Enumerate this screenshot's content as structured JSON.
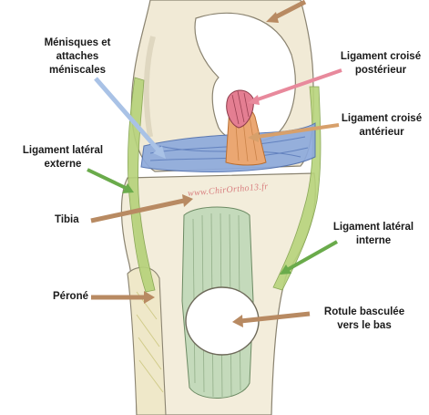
{
  "labels": {
    "menisques": "Ménisques et\nattaches\nméniscales",
    "lig_croise_post": "Ligament croisé\npostérieur",
    "lig_croise_ant": "Ligament croisé\nantérieur",
    "lig_lat_externe": "Ligament latéral\nexterne",
    "tibia": "Tibia",
    "lig_lat_interne": "Ligament latéral\ninterne",
    "perone": "Péroné",
    "rotule": "Rotule basculée\nvers le bas"
  },
  "watermark": "www.ChirOrtho13.fr",
  "colors": {
    "meniscus": "#7f9fd6",
    "pcl": "#e08a9a",
    "acl": "#e8a36a",
    "ligament_green": "#a8c96a",
    "bone": "#f2ecd9",
    "tendon": "#b9d3b0",
    "arrow_blue": "#a9c2e6",
    "arrow_pink": "#e8899c",
    "arrow_orange": "#d7a06b",
    "arrow_green": "#6aab4b",
    "arrow_tan": "#b88a62"
  }
}
